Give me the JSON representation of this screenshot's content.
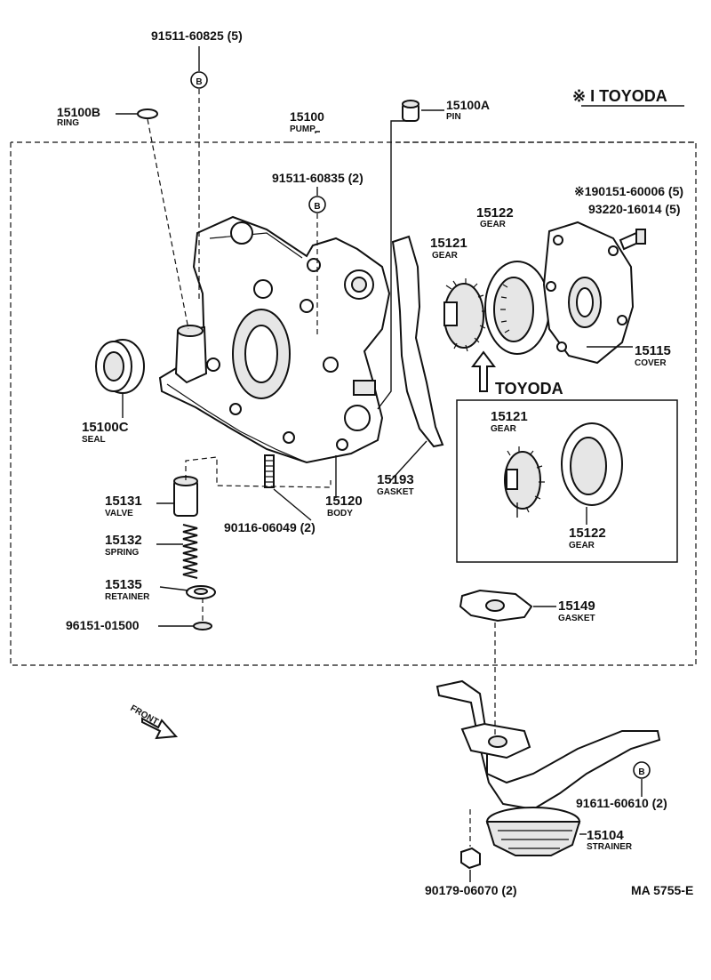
{
  "header": {
    "brand_mark": "※ I TOYODA"
  },
  "doc_code": "MA 5755-E",
  "front_label": "FRONT",
  "sub_label": "TOYODA",
  "bolt_marker": "B",
  "parts": {
    "bolt_top": "91511-60825 (5)",
    "ring_no": "15100B",
    "ring_name": "RING",
    "pump_no": "15100",
    "pump_name": "PUMP",
    "pin_no": "15100A",
    "pin_name": "PIN",
    "bolt_mid": "91511-60835 (2)",
    "screw_a": "※190151-60006 (5)",
    "screw_b": "93220-16014 (5)",
    "gear1_no": "15121",
    "gear1_name": "GEAR",
    "gear2_no": "15122",
    "gear2_name": "GEAR",
    "cover_no": "15115",
    "cover_name": "COVER",
    "seal_no": "15100C",
    "seal_name": "SEAL",
    "valve_no": "15131",
    "valve_name": "VALVE",
    "spring_no": "15132",
    "spring_name": "SPRING",
    "retainer_no": "15135",
    "retainer_name": "RETAINER",
    "clip_no": "96151-01500",
    "stud_no": "90116-06049 (2)",
    "body_no": "15120",
    "body_name": "BODY",
    "gasket1_no": "15193",
    "gasket1_name": "GASKET",
    "sub_gear1_no": "15121",
    "sub_gear1_name": "GEAR",
    "sub_gear2_no": "15122",
    "sub_gear2_name": "GEAR",
    "gasket2_no": "15149",
    "gasket2_name": "GASKET",
    "bolt_right": "91611-60610 (2)",
    "strainer_no": "15104",
    "strainer_name": "STRAINER",
    "nut_no": "90179-06070 (2)"
  }
}
